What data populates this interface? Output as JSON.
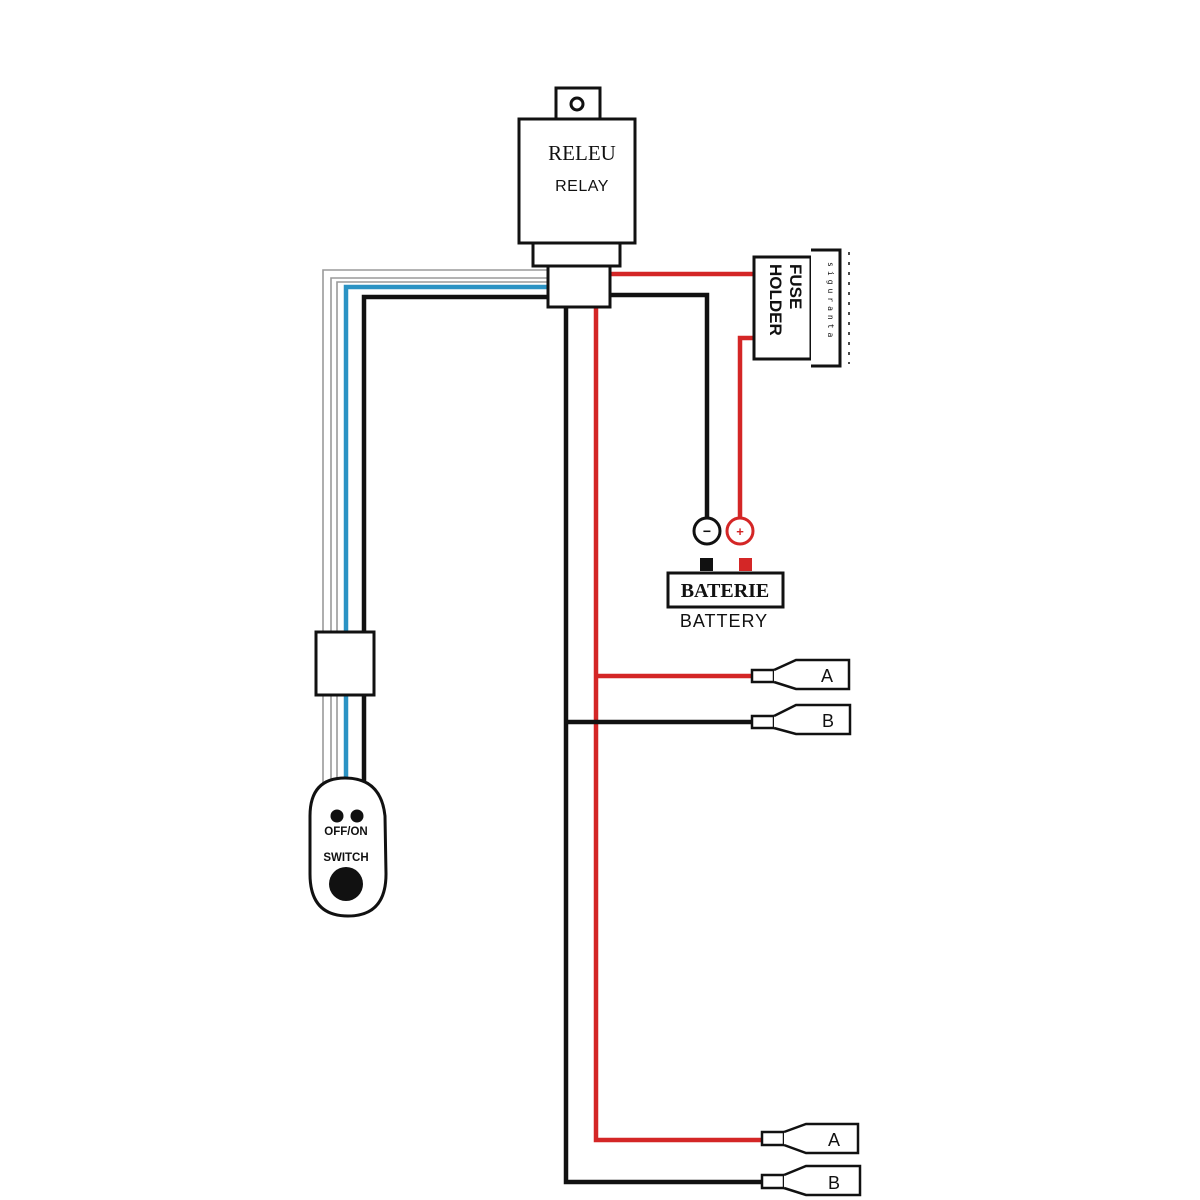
{
  "relay": {
    "label_1": "RELEU",
    "label_2": "RELAY"
  },
  "fuse_holder": {
    "label_line_1": "FUSE",
    "label_line_2": "HOLDER",
    "side_text": "siguranta"
  },
  "battery": {
    "label_1": "BATERIE",
    "label_2": "BATTERY",
    "negative_symbol": "−",
    "positive_symbol": "+"
  },
  "switch": {
    "label_1": "OFF/ON",
    "label_2": "SWITCH"
  },
  "connectors": {
    "upper_a": "A",
    "upper_b": "B",
    "lower_a": "A",
    "lower_b": "B"
  },
  "colors": {
    "wire_red": "#d42626",
    "wire_black": "#111111",
    "wire_blue": "#2b93c4",
    "wire_white_outline": "#9a9a9a",
    "outline": "#111111",
    "background": "#ffffff"
  }
}
